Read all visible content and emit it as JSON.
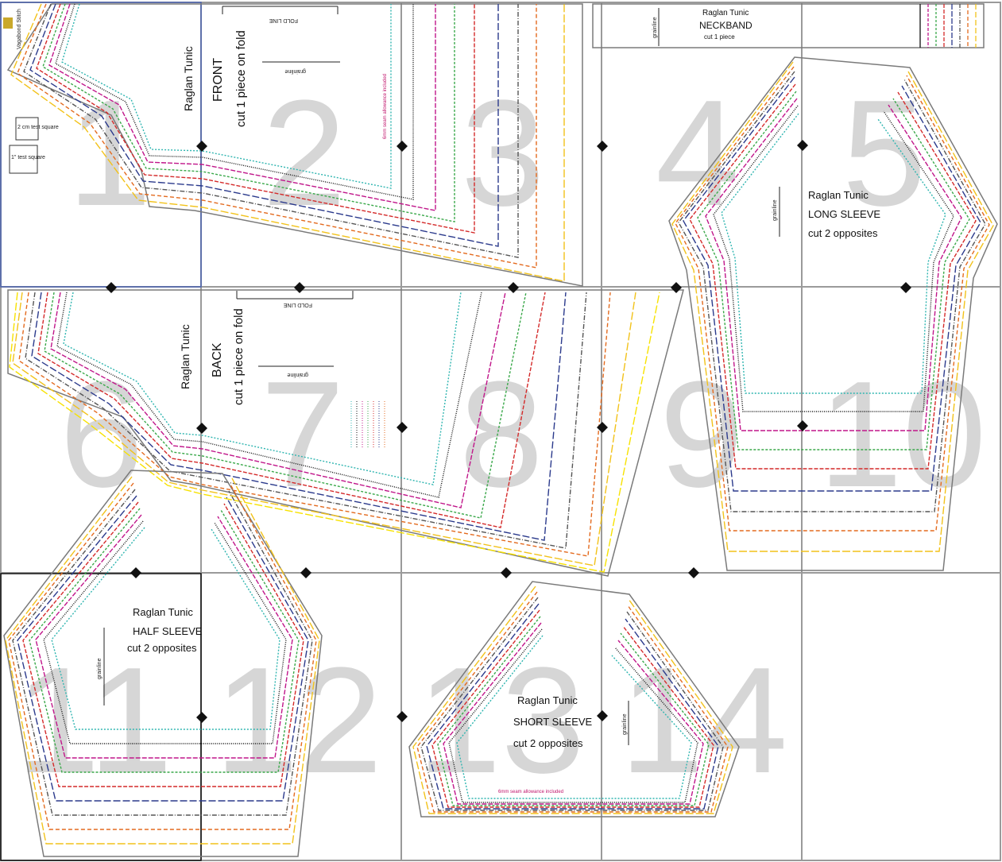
{
  "page_numbers": [
    "1",
    "2",
    "3",
    "4",
    "5",
    "6",
    "7",
    "8",
    "9",
    "10",
    "11",
    "12",
    "13",
    "14"
  ],
  "brand": {
    "name": "Vagabond Stitch"
  },
  "test_squares": {
    "cm": "2 cm test square",
    "inch": "1\" test square"
  },
  "front": {
    "title": "Raglan Tunic",
    "name": "FRONT",
    "cut": "cut 1 piece on fold",
    "fold": "FOLD LINE",
    "grainline": "grainline",
    "seam": "6mm seam allowance included"
  },
  "back": {
    "title": "Raglan Tunic",
    "name": "BACK",
    "cut": "cut 1 piece on fold",
    "fold": "FOLD LINE",
    "grainline": "grainline"
  },
  "neckband": {
    "title": "Raglan Tunic",
    "name": "NECKBAND",
    "cut": "cut 1 piece",
    "grainline": "grainline"
  },
  "long_sleeve": {
    "title": "Raglan Tunic",
    "name": "LONG SLEEVE",
    "cut": "cut 2 opposites",
    "grainline": "grainline"
  },
  "half_sleeve": {
    "title": "Raglan Tunic",
    "name": "HALF SLEEVE",
    "cut": "cut 2 opposites",
    "grainline": "grainline"
  },
  "short_sleeve": {
    "title": "Raglan Tunic",
    "name": "SHORT SLEEVE",
    "cut": "cut 2 opposites",
    "grainline": "grainline",
    "seam": "6mm seam allowance included"
  },
  "colors": {
    "grid": "#9a9a9a",
    "outline": "#7a7a7a",
    "number": "#d6d6d6",
    "sizes": [
      "#2fb5b0",
      "#111111",
      "#c0168a",
      "#3aa84a",
      "#d42a2a",
      "#2b3a8c",
      "#555555",
      "#e36a1e",
      "#f2c21a",
      "#f7e200"
    ]
  }
}
